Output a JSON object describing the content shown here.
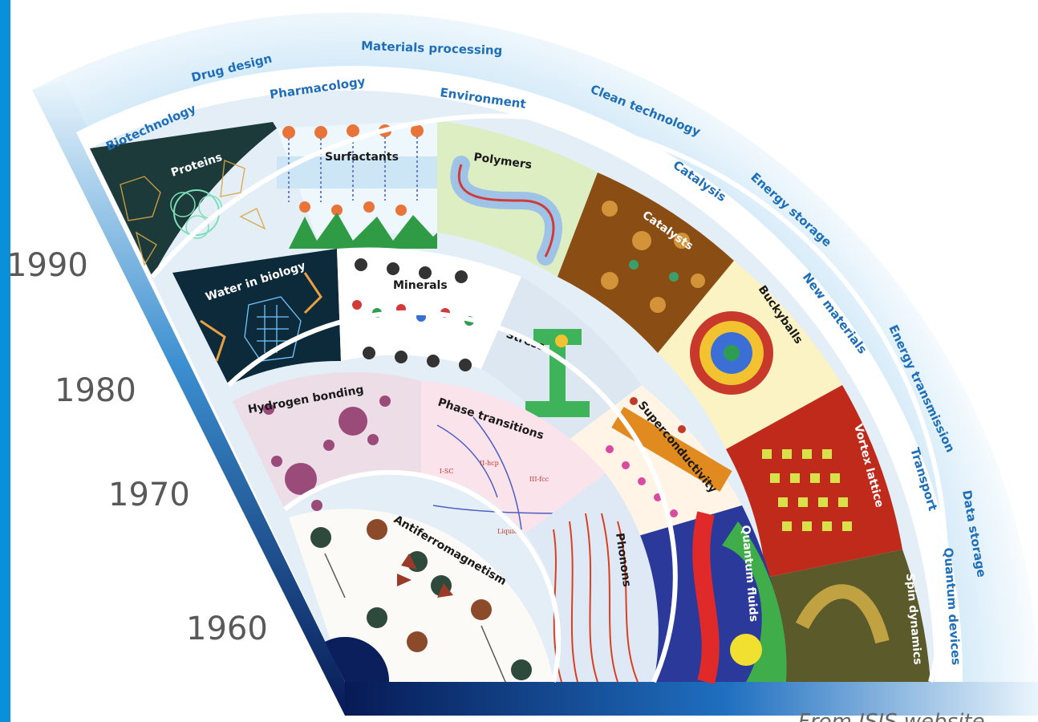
{
  "years": [
    {
      "label": "1990"
    },
    {
      "label": "1980"
    },
    {
      "label": "1970"
    },
    {
      "label": "1960"
    }
  ],
  "applications": [
    "Biotechnology",
    "Drug design",
    "Pharmacology",
    "Materials processing",
    "Environment",
    "Clean technology",
    "Catalysis",
    "Energy storage",
    "New materials",
    "Energy transmission",
    "Transport",
    "Data storage",
    "Quantum devices"
  ],
  "tiles": {
    "proteins": "Proteins",
    "surfactants": "Surfactants",
    "polymers": "Polymers",
    "catalysts": "Catalysts",
    "buckyballs": "Buckyballs",
    "vortex_lattice": "Vortex lattice",
    "spin_dynamics": "Spin dynamics",
    "water_in_biology": "Water in biology",
    "minerals": "Minerals",
    "stress": "Stress",
    "superconductivity": "Superconductivity",
    "quantum_fluids": "Quantum fluids",
    "hydrogen_bonding": "Hydrogen bonding",
    "phase_transitions": "Phase transitions",
    "phonons": "Phonons",
    "antiferromagnetism": "Antiferromagnetism"
  },
  "phase_labels": [
    "I-SC",
    "II-hcp",
    "III-fcc",
    "Liquid"
  ],
  "credit": "From ISIS website",
  "colors": {
    "accent_blue": "#0a8fd9",
    "dark_navy": "#0a1f5c",
    "app_text": "#1f6fb8",
    "year_text": "#595959"
  }
}
